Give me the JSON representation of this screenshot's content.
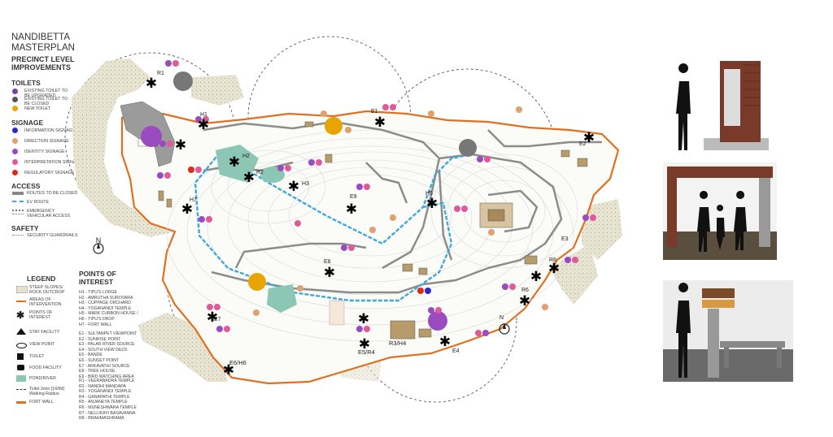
{
  "title": "NANDIBETTA\nMASTERPLAN",
  "subtitle": "PRECINCT LEVEL\nIMPROVEMENTS",
  "toilets": {
    "heading": "TOILETS",
    "items": [
      {
        "label": "EXISTING TOILET TO BE UPGRADED",
        "color": "#7a3fa0"
      },
      {
        "label": "EXISTING TOILET TO BE CLOSED",
        "color": "#555555"
      },
      {
        "label": "NEW TOILET",
        "color": "#e8a400"
      }
    ]
  },
  "signage": {
    "heading": "SIGNAGE",
    "items": [
      {
        "label": "INFORMATION SIGNAGE",
        "color": "#2a2acc"
      },
      {
        "label": "DIRECTION SIGNAGE",
        "color": "#e0a070"
      },
      {
        "label": "IDENTITY SIGNAGE",
        "color": "#9a4bbf"
      },
      {
        "label": "INTERPRETATION SIGNAGE",
        "color": "#e05a9a"
      },
      {
        "label": "REGULATORY SIGNAGE",
        "color": "#dd2a1a"
      }
    ]
  },
  "access": {
    "heading": "ACCESS",
    "items": [
      {
        "label": "ROUTES TO BE CLOSED"
      },
      {
        "label": "EV ROUTE"
      },
      {
        "label": "EMERGENCY VEHICULAR ACCESS"
      }
    ]
  },
  "safety": {
    "heading": "SAFETY",
    "items": [
      {
        "label": "SECURITY GUARDRAILS"
      }
    ]
  },
  "north": "N",
  "legend": {
    "heading": "LEGEND",
    "items": [
      "STEEP SLOPES/ ROCK OUTCROP",
      "AREAS OF INTERVENTION",
      "POINTS OF INTEREST",
      "STAY FACILITY",
      "VIEW POINT",
      "TOILET",
      "FOOD FACILITY",
      "POND/RIVER",
      "Toilet 2min [160M] Walking Radius",
      "FORT WALL"
    ]
  },
  "poi": {
    "heading": "POINTS OF\nINTEREST",
    "h": [
      "H1 - TIPU'S LODGE",
      "H2 - AMRUTHA SUROVARA",
      "H3 - CUPPAGE ORCHARD",
      "H4 - YOGANANDI TEMPLE",
      "H5 - MARK CUBBON HOUSE /",
      "H6 - TIPU'S DROP",
      "H7 - FORT WALL"
    ],
    "e": [
      "E1 - SULTANPET VIEWPOINT",
      "E2 - SUNRISE POINT",
      "E3 - PALAR RIVER SOURCE",
      "E4 - SOUTH VIEW DECK",
      "E5 - BANDE",
      "E6 - SUNSET POINT",
      "E7 - ARKAVATHI SOURCE",
      "E8 - TREE HOUSE",
      "E9 - BIRD WATCHING AREA"
    ],
    "r": [
      "R1 - VEERABADRA TEMPLE",
      "R2 - NANDHI MANDAPA",
      "R3 - YOGANANDI TEMPLE",
      "R4 - GANAPATHI TEMPLE",
      "R5 - ANJANEYA TEMPLE",
      "R6 - MUNESHWARA TEMPLE",
      "R7 - NELLIKAYI BASAVANNA",
      "R8 - BRAHMASHRAMA"
    ]
  },
  "map_labels": [
    {
      "t": "R1"
    },
    {
      "t": "H1"
    },
    {
      "t": "E1"
    },
    {
      "t": "E2"
    },
    {
      "t": "H2"
    },
    {
      "t": "R2"
    },
    {
      "t": "H3"
    },
    {
      "t": "E9"
    },
    {
      "t": "H5"
    },
    {
      "t": "H7"
    },
    {
      "t": "E3"
    },
    {
      "t": "R8"
    },
    {
      "t": "E8"
    },
    {
      "t": "R6"
    },
    {
      "t": "E7"
    },
    {
      "t": "R3/H4"
    },
    {
      "t": "E5/R4"
    },
    {
      "t": "E4"
    },
    {
      "t": "E6/H6"
    },
    {
      "t": "N"
    }
  ]
}
